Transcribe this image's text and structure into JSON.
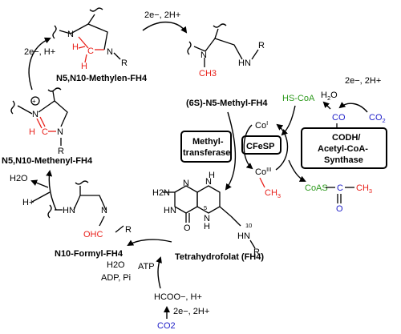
{
  "compounds": {
    "methylene": {
      "name": "N5,N10-Methylen-FH4",
      "atom_n1": "N",
      "atom_n2": "N",
      "atom_c": "C",
      "atom_h1": "H",
      "atom_h2": "H",
      "atom_r": "R"
    },
    "methyl": {
      "name": "(6S)-N5-Methyl-FH4",
      "atom_n": "N",
      "atom_hn": "HN",
      "atom_ch3": "CH3",
      "atom_r": "R"
    },
    "methenyl": {
      "name": "N5,N10-Methenyl-FH4",
      "atom_n1": "N",
      "atom_n2": "N",
      "atom_c": "C",
      "atom_h": "H",
      "atom_r": "R",
      "charge": "+"
    },
    "formyl": {
      "name": "N10-Formyl-FH4",
      "atom_hn": "HN",
      "atom_n": "N",
      "atom_ohc": "OHC",
      "atom_r": "R"
    },
    "thf": {
      "name": "Tetrahydrofolat (FH4)",
      "atom_h2n": "H2N",
      "atom_n_top": "N",
      "atom_hn_left": "HN",
      "atom_o": "O",
      "atom_n_mid": "N",
      "atom_h_mid": "H",
      "atom_n_ring": "N",
      "atom_h_ring": "H",
      "pos5": "5",
      "pos10": "10",
      "atom_hn10": "HN",
      "atom_r": "R"
    }
  },
  "enzymes": {
    "methyltransferase": [
      "Methyl-",
      "transferase"
    ],
    "cfesp": "CFeSP",
    "codh": [
      "CODH/",
      "Acetyl-CoA-",
      "Synthase"
    ]
  },
  "species": {
    "e_2_2h": "2e−, 2H+",
    "e_1_1h": "2e−, H+",
    "h2o_top": "H2O",
    "h2o_left": "H2O",
    "hplus_left": "H+",
    "hs_coa": "HS-CoA",
    "co_center": "CO",
    "co2_right": "CO2",
    "e_2_2h_right": "2e−, 2H+",
    "co_i": "CoI",
    "co_iii": "CoIII",
    "ch3_co": "CH3",
    "coas": "CoAS",
    "acetyl_c": "C",
    "acetyl_ch3": "CH3",
    "acetyl_o": "O",
    "atp": "ATP",
    "h2o_bottom": "H2O",
    "adp_pi": "ADP, Pi",
    "formate": "HCOO−, H+",
    "e_2_2h_bottom": "2e−, 2H+",
    "co2_bottom": "CO2"
  },
  "colors": {
    "red": "#e8201a",
    "green": "#2e9a1e",
    "blue": "#2020c8",
    "black": "#000000"
  }
}
